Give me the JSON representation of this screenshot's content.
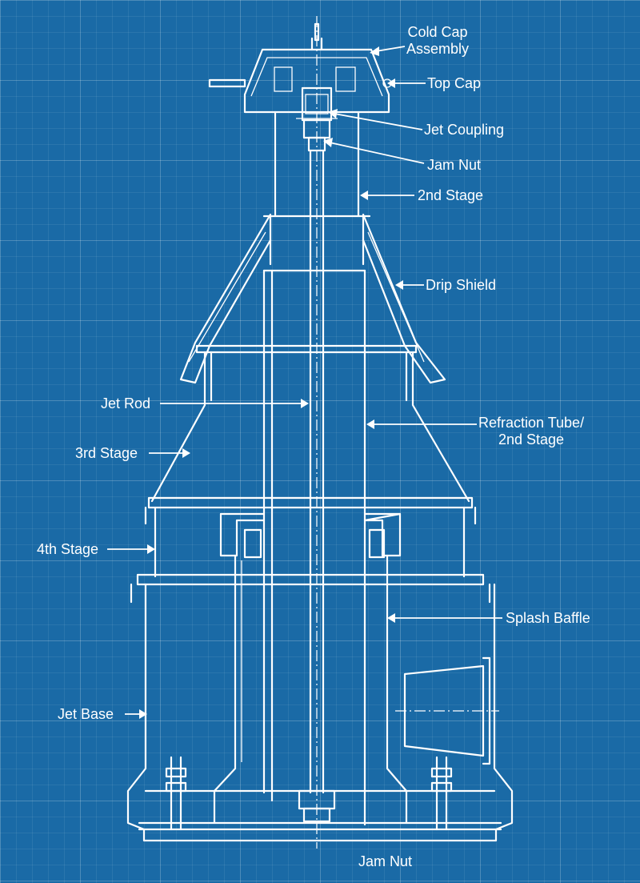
{
  "diagram": {
    "labels": {
      "cold_cap": "Cold Cap\nAssembly",
      "top_cap": "Top Cap",
      "jet_coupling": "Jet Coupling",
      "jam_nut_top": "Jam Nut",
      "second_stage": "2nd Stage",
      "drip_shield": "Drip Shield",
      "jet_rod": "Jet Rod",
      "refraction_tube": "Refraction Tube/\n2nd Stage",
      "third_stage": "3rd Stage",
      "fourth_stage": "4th Stage",
      "splash_baffle": "Splash Baffle",
      "jet_base": "Jet Base",
      "jam_nut_bottom": "Jam Nut"
    },
    "colors": {
      "background": "#1a6aa6",
      "line": "#ffffff"
    }
  }
}
